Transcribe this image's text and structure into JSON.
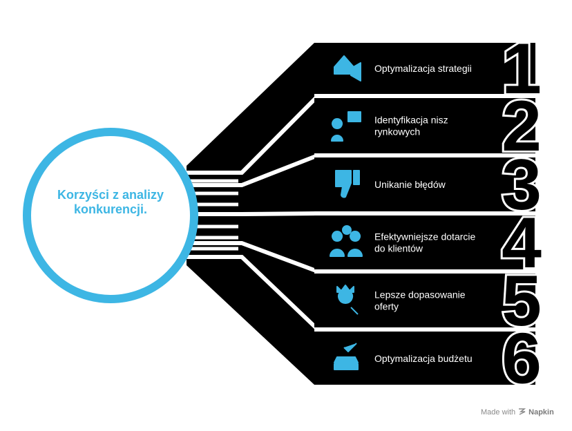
{
  "center": {
    "title": "Korzyści z analizy konkurencji."
  },
  "items": [
    {
      "number": "1",
      "label": "Optymalizacja strategii",
      "icon": "house-megaphone-icon"
    },
    {
      "number": "2",
      "label": "Identyfikacja nisz rynkowych",
      "icon": "person-chart-arrows-icon"
    },
    {
      "number": "3",
      "label": "Unikanie błędów",
      "icon": "thumbs-down-icon"
    },
    {
      "number": "4",
      "label": "Efektywniejsze dotarcie do klientów",
      "icon": "two-users-link-icon"
    },
    {
      "number": "5",
      "label": "Lepsze dopasowanie oferty",
      "icon": "crown-magnifier-icon"
    },
    {
      "number": "6",
      "label": "Optymalizacja budżetu",
      "icon": "stacked-tray-check-icon"
    }
  ],
  "footer": {
    "prefix": "Made with",
    "brand": "Napkin"
  },
  "colors": {
    "accent": "#3db6e4",
    "band": "#000000",
    "text": "#ffffff"
  }
}
